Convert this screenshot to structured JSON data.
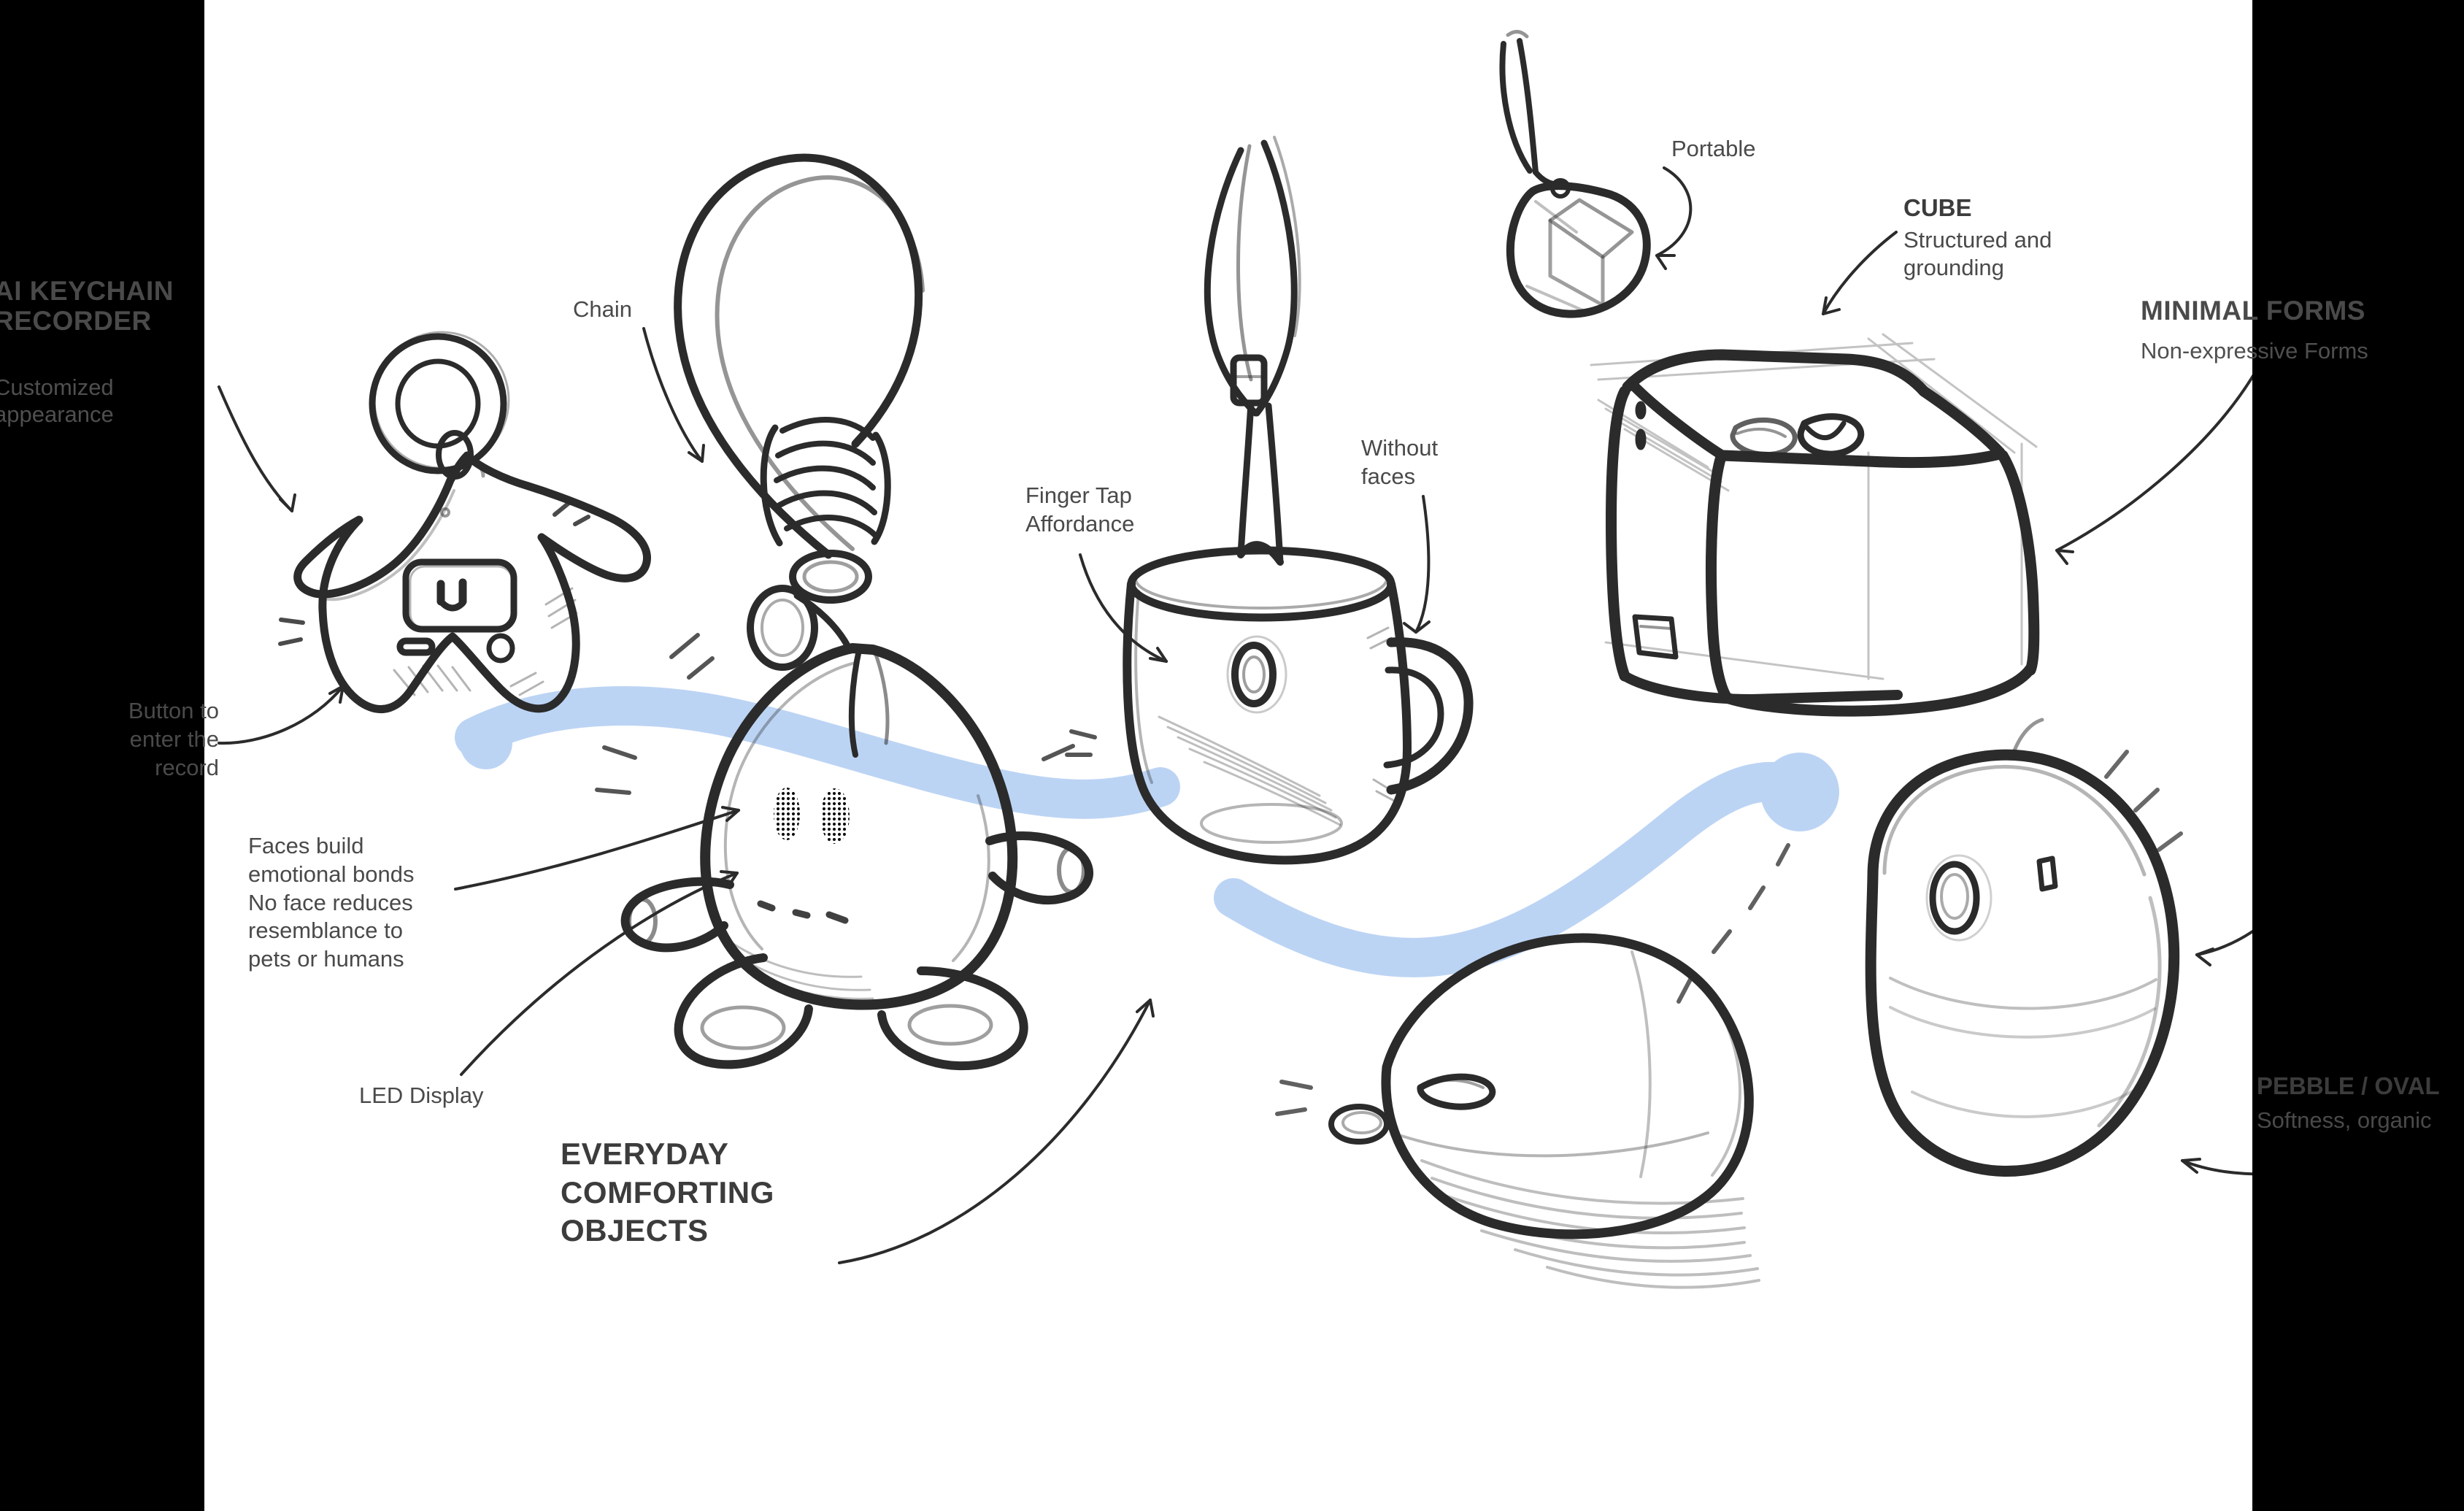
{
  "board": {
    "background_color": "#000000",
    "canvas_color": "#ffffff",
    "accent_ribbon_color": "#bcd4f4",
    "ink_color": "#2b2b2b",
    "text_color": "#4a4a4a"
  },
  "sections": {
    "left": {
      "title": "AI KEYCHAIN\nRECORDER",
      "title_line1": "AI KEYCHAIN",
      "title_line2": "RECORDER",
      "subtitle_line1": "Customized",
      "subtitle_line2": "appearance"
    },
    "center": {
      "title_line1": "EVERYDAY",
      "title_line2": "COMFORTING",
      "title_line3": "OBJECTS"
    },
    "right": {
      "title": "MINIMAL FORMS",
      "subtitle": "Non-expressive Forms"
    }
  },
  "callouts": {
    "button_to_record": "Button to\nenter the\nrecord",
    "button_to_record_l1": "Button to",
    "button_to_record_l2": "enter the",
    "button_to_record_l3": "record",
    "faces_note_l1": "Faces build",
    "faces_note_l2": "emotional bonds",
    "faces_note_l3": "No face reduces",
    "faces_note_l4": "resemblance to",
    "faces_note_l5": "pets or humans",
    "led_display": "LED Display",
    "chain": "Chain",
    "finger_tap_l1": "Finger Tap",
    "finger_tap_l2": "Affordance",
    "without_faces_l1": "Without",
    "without_faces_l2": "faces",
    "portable": "Portable"
  },
  "form_labels": {
    "cube": {
      "title": "CUBE",
      "desc_l1": "Structured and",
      "desc_l2": "grounding"
    },
    "pebble": {
      "title": "PEBBLE / OVAL",
      "desc": "Softness, organic"
    }
  },
  "sketches": [
    {
      "name": "star-keychain",
      "label": "Star shaped keychain with ring, LED face display and side button"
    },
    {
      "name": "blob-character-keychain",
      "label": "Rounded blob character with dot-matrix eyes, mouth and limbs on a chain"
    },
    {
      "name": "mug-keychain",
      "label": "Mug shaped keychain with strap and handle"
    },
    {
      "name": "small-cube-pendant",
      "label": "Small cube pendant hanging from a loop"
    },
    {
      "name": "large-cube",
      "label": "Rounded cube device with two top controls and a front slot"
    },
    {
      "name": "pebble-horizontal",
      "label": "Horizontal pebble device with small keyring"
    },
    {
      "name": "oval-vertical",
      "label": "Vertical oval device with button and side port"
    }
  ]
}
